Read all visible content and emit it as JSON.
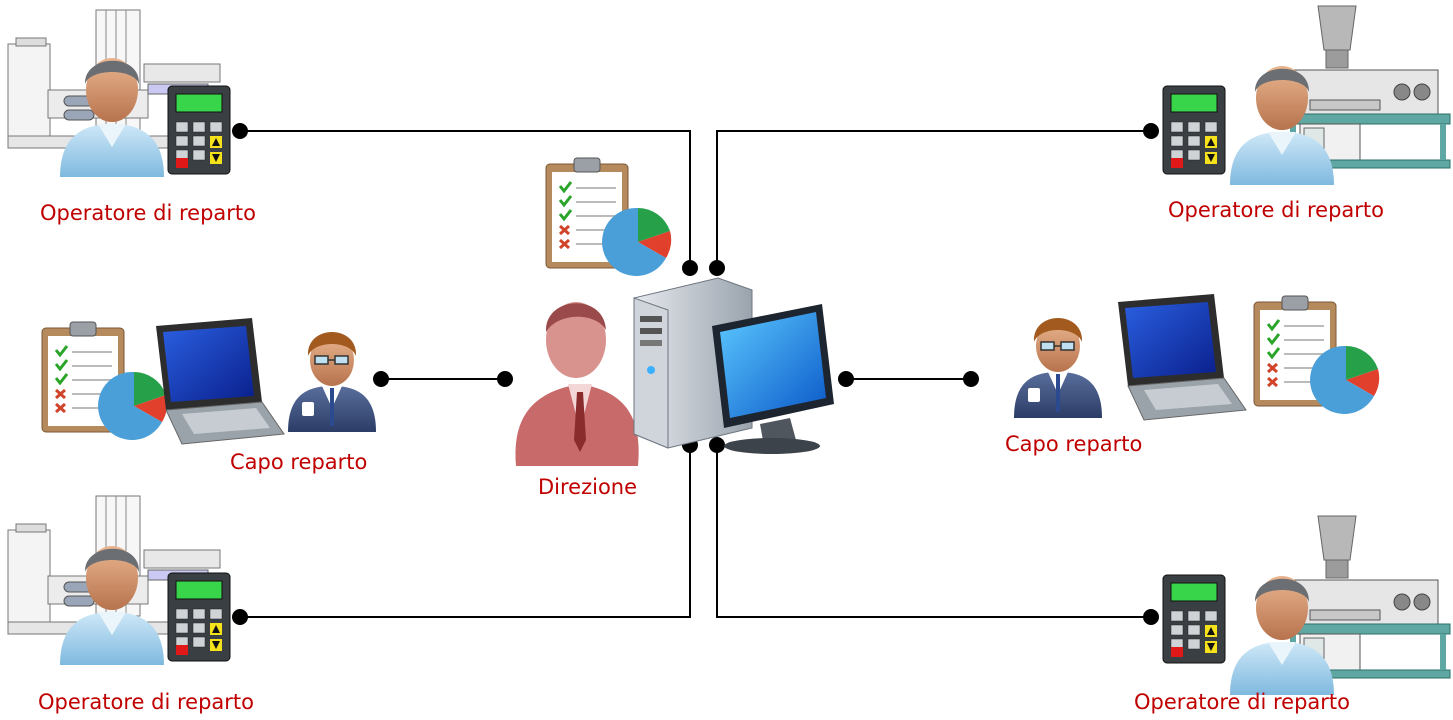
{
  "colors": {
    "label": "#c00000",
    "wire": "#000000",
    "node_dot": "#000000"
  },
  "nodes": {
    "op_top_left": {
      "label": "Operatore di reparto",
      "icons": [
        "machine-icon",
        "operator-avatar-icon",
        "terminal-keypad-icon"
      ]
    },
    "op_top_right": {
      "label": "Operatore di reparto",
      "icons": [
        "injection-molding-machine-icon",
        "operator-avatar-icon",
        "terminal-keypad-icon"
      ]
    },
    "op_bottom_left": {
      "label": "Operatore di reparto",
      "icons": [
        "machine-icon",
        "operator-avatar-icon",
        "terminal-keypad-icon"
      ]
    },
    "op_bottom_right": {
      "label": "Operatore di reparto",
      "icons": [
        "injection-molding-machine-icon",
        "operator-avatar-icon",
        "terminal-keypad-icon"
      ]
    },
    "capo_left": {
      "label": "Capo reparto",
      "icons": [
        "checklist-chart-icon",
        "laptop-icon",
        "supervisor-avatar-icon"
      ]
    },
    "capo_right": {
      "label": "Capo reparto",
      "icons": [
        "supervisor-avatar-icon",
        "laptop-icon",
        "checklist-chart-icon"
      ]
    },
    "direzione": {
      "label": "Direzione",
      "icons": [
        "manager-figure-icon",
        "server-pc-icon",
        "monitor-icon",
        "checklist-chart-icon"
      ]
    }
  }
}
